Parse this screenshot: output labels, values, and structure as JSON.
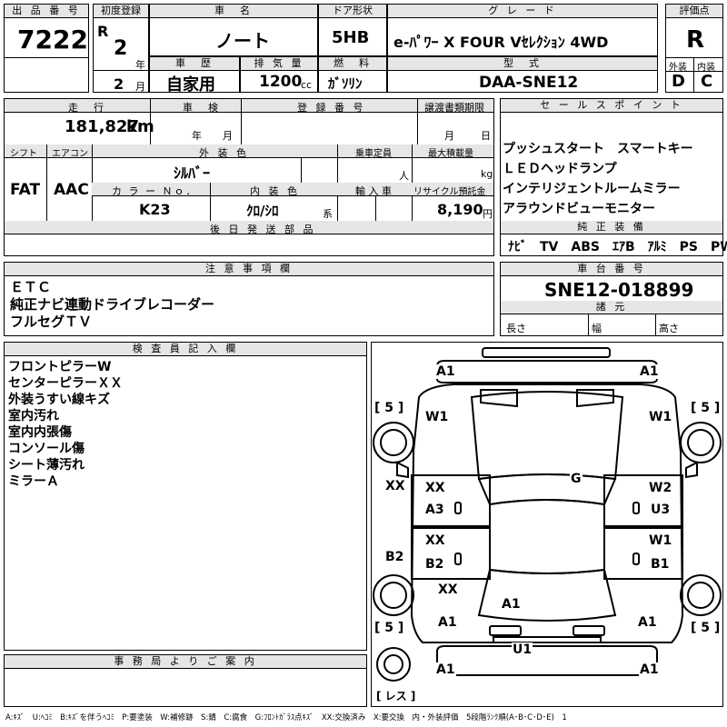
{
  "header": {
    "lot_no_label": "出 品 番 号",
    "lot_no": "7222",
    "first_reg_label": "初度登録",
    "era": "R",
    "year_num": "2",
    "year_unit": "年",
    "month_num": "2",
    "month_unit": "月",
    "car_name_label": "車　名",
    "car_name": "ノート",
    "door_label": "ドア形状",
    "door": "5HB",
    "grade_label": "グ レ ー ド",
    "grade": "e-ﾊﾟﾜｰ X FOUR Vｾﾚｸｼｮﾝ 4WD",
    "rating_label": "評価点",
    "rating": "R",
    "history_label": "車　歴",
    "history": "自家用",
    "displacement_label": "排 気 量",
    "displacement": "1200",
    "displacement_unit": "cc",
    "fuel_label": "燃　料",
    "fuel": "ｶﾞｿﾘﾝ",
    "model_label": "型　式",
    "model": "DAA-SNE12",
    "ext_label": "外装",
    "ext_grade": "D",
    "int_label": "内装",
    "int_grade": "C"
  },
  "middle": {
    "mileage_label": "走　行",
    "mileage": "181,827",
    "mileage_unit": "km",
    "inspection_label": "車　検",
    "insp_year_unit": "年",
    "insp_month_unit": "月",
    "reg_no_label": "登 録 番 号",
    "transfer_label": "譲渡書類期限",
    "transfer_month_unit": "月",
    "transfer_day_unit": "日",
    "shift_label": "シフト",
    "shift": "FAT",
    "ac_label": "エアコン",
    "ac": "AAC",
    "ext_color_label": "外 装 色",
    "ext_color": "ｼﾙﾊﾞｰ",
    "capacity_label": "乗車定員",
    "capacity_unit": "人",
    "load_label": "最大積載量",
    "load_unit": "kg",
    "color_no_label": "カ ラ ー Ｎｏ．",
    "color_no": "K23",
    "int_color_label": "内 装 色",
    "int_color": "ｸﾛ/ｼﾛ",
    "int_color_unit": "系",
    "import_label": "輸 入 車",
    "recycle_label": "リサイクル預託金",
    "recycle": "8,190",
    "recycle_unit": "円",
    "later_parts_label": "後 日 発 送 部 品"
  },
  "sales": {
    "label": "セ ー ル ス ポ イ ン ト",
    "points": [
      "プッシュスタート　スマートキー",
      "ＬＥＤヘッドランプ",
      "インテリジェントルームミラー",
      "アラウンドビューモニター"
    ],
    "equip_label": "純 正 装 備",
    "equip": "ﾅﾋﾞ　TV　ABS　ｴｱB　ｱﾙﾐ　PS　PW"
  },
  "notes": {
    "label": "注 意 事 項 欄",
    "lines": [
      "ＥＴＣ",
      "純正ナビ連動ドライブレコーダー",
      "フルセグＴＶ"
    ]
  },
  "chassis": {
    "label": "車 台 番 号",
    "number": "SNE12-018899",
    "dims_label": "諸 元",
    "length_label": "長さ",
    "width_label": "幅",
    "height_label": "高さ"
  },
  "inspector": {
    "label": "検 査 員 記 入 欄",
    "lines": [
      "フロントピラーW",
      "センターピラーＸＸ",
      "外装うすい線キズ",
      "室内汚れ",
      "室内内張傷",
      "コンソール傷",
      "シート薄汚れ",
      "ミラーＡ"
    ]
  },
  "office": {
    "label": "事 務 局 よ り ご 案 内"
  },
  "diagram": {
    "marks": {
      "front_left": "A1",
      "front_right": "A1",
      "tire_fl": "5",
      "tire_fr": "5",
      "tire_rl": "5",
      "tire_rr": "5",
      "spare": "レス",
      "fender_l": "W1",
      "fender_r": "W1",
      "hood": "G",
      "left_side": "XX",
      "fdoor_l_1": "XX",
      "fdoor_l_2": "A3",
      "fdoor_r_1": "W2",
      "fdoor_r_2": "U3",
      "rdoor_l_1": "XX",
      "rdoor_l_2": "B2",
      "rdoor_r_1": "W1",
      "rdoor_r_2": "B1",
      "step_l": "B2",
      "quarter_l_1": "XX",
      "quarter_l_2": "A1",
      "quarter_r": "A1",
      "roof_rear": "A1",
      "back_door": "U1",
      "rear_left": "A1",
      "rear_right": "A1"
    }
  },
  "legend": "A:ｷｽﾞ　U:ﾍｺﾐ　B:ｷｽﾞを伴うﾍｺﾐ　P:要塗装　W:補修跡　S:錆　C:腐食　G:ﾌﾛﾝﾄｶﾞﾗｽ点ｷｽﾞ　XX:交換済み　X:要交換　内・外装評価　5段階ﾗﾝｸ順(A･B･C･D･E)　1"
}
